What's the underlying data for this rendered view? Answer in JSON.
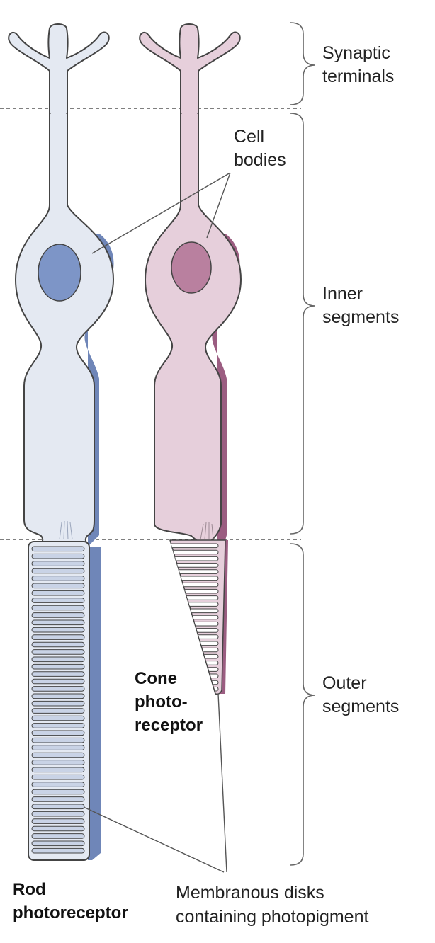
{
  "labels": {
    "synaptic_terminals": [
      "Synaptic",
      "terminals"
    ],
    "cell_bodies": [
      "Cell",
      "bodies"
    ],
    "inner_segments": [
      "Inner",
      "segments"
    ],
    "outer_segments": [
      "Outer",
      "segments"
    ],
    "cone": [
      "Cone",
      "photo-",
      "receptor"
    ],
    "rod": [
      "Rod",
      "photoreceptor"
    ],
    "disks": [
      "Membranous disks",
      "containing photopigment"
    ]
  },
  "colors": {
    "rod_fill": "#e4e9f2",
    "rod_shadow": "#6f86b8",
    "rod_nucleus": "#7d95c7",
    "rod_disks": "#c9d3e6",
    "cone_fill": "#e6cfdb",
    "cone_shadow": "#9b5d81",
    "cone_nucleus": "#b9809f",
    "outline": "#444444",
    "brace": "#666666",
    "dashed": "#555555"
  }
}
